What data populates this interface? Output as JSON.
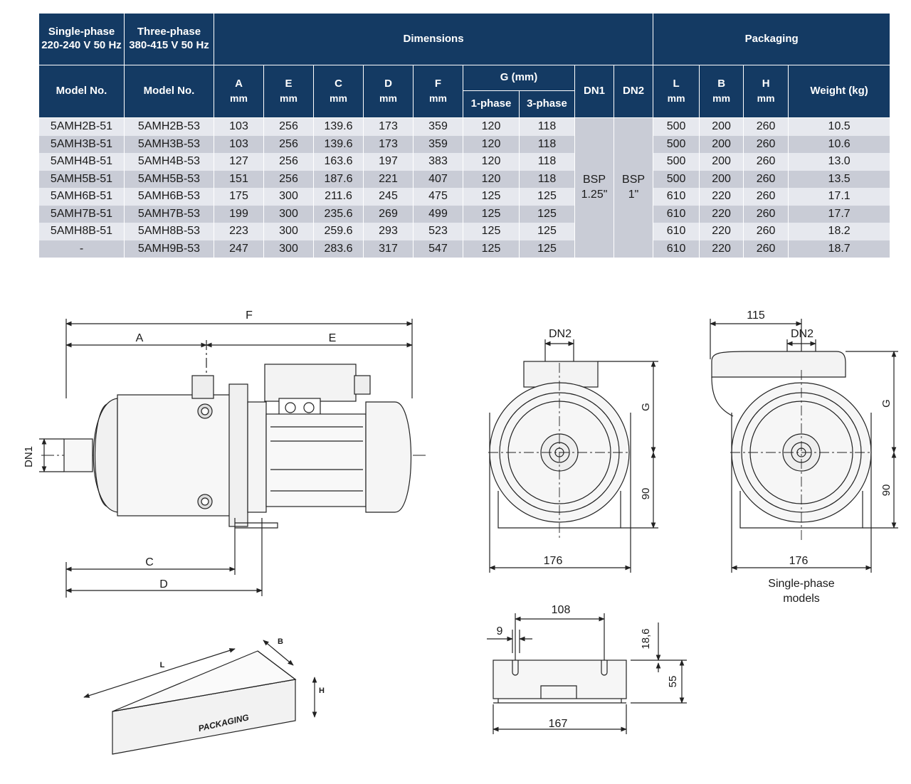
{
  "table": {
    "top_headers": {
      "single_phase": [
        "Single-phase",
        "220-240 V 50 Hz"
      ],
      "three_phase": [
        "Three-phase",
        "380-415 V 50 Hz"
      ],
      "dimensions": "Dimensions",
      "packaging": "Packaging"
    },
    "sub_headers": {
      "model1": "Model No.",
      "model3": "Model No.",
      "A": "A",
      "E": "E",
      "C": "C",
      "D": "D",
      "F": "F",
      "unit": "mm",
      "G": "G (mm)",
      "G1": "1-phase",
      "G3": "3-phase",
      "DN1": "DN1",
      "DN2": "DN2",
      "L": "L",
      "B": "B",
      "H": "H",
      "weight": "Weight (kg)"
    },
    "rows": [
      [
        "5AMH2B-51",
        "5AMH2B-53",
        "103",
        "256",
        "139.6",
        "173",
        "359",
        "120",
        "118",
        "500",
        "200",
        "260",
        "10.5"
      ],
      [
        "5AMH3B-51",
        "5AMH3B-53",
        "103",
        "256",
        "139.6",
        "173",
        "359",
        "120",
        "118",
        "500",
        "200",
        "260",
        "10.6"
      ],
      [
        "5AMH4B-51",
        "5AMH4B-53",
        "127",
        "256",
        "163.6",
        "197",
        "383",
        "120",
        "118",
        "500",
        "200",
        "260",
        "13.0"
      ],
      [
        "5AMH5B-51",
        "5AMH5B-53",
        "151",
        "256",
        "187.6",
        "221",
        "407",
        "120",
        "118",
        "500",
        "200",
        "260",
        "13.5"
      ],
      [
        "5AMH6B-51",
        "5AMH6B-53",
        "175",
        "300",
        "211.6",
        "245",
        "475",
        "125",
        "125",
        "610",
        "220",
        "260",
        "17.1"
      ],
      [
        "5AMH7B-51",
        "5AMH7B-53",
        "199",
        "300",
        "235.6",
        "269",
        "499",
        "125",
        "125",
        "610",
        "220",
        "260",
        "17.7"
      ],
      [
        "5AMH8B-51",
        "5AMH8B-53",
        "223",
        "300",
        "259.6",
        "293",
        "523",
        "125",
        "125",
        "610",
        "220",
        "260",
        "18.2"
      ],
      [
        "-",
        "5AMH9B-53",
        "247",
        "300",
        "283.6",
        "317",
        "547",
        "125",
        "125",
        "610",
        "220",
        "260",
        "18.7"
      ]
    ],
    "dn1_value": [
      "BSP",
      "1.25\""
    ],
    "dn2_value": [
      "BSP",
      "1\""
    ]
  },
  "drawings": {
    "side": {
      "F": "F",
      "A": "A",
      "E": "E",
      "DN1": "DN1",
      "C": "C",
      "D": "D"
    },
    "front": {
      "DN2": "DN2",
      "G": "G",
      "h90": "90",
      "w176": "176"
    },
    "single": {
      "w115": "115",
      "DN2": "DN2",
      "G": "G",
      "h90": "90",
      "w176": "176",
      "caption": [
        "Single-phase",
        "models"
      ]
    },
    "base": {
      "w108": "108",
      "w9": "9",
      "h186": "18,6",
      "h55": "55",
      "w167": "167"
    },
    "box": {
      "L": "L",
      "B": "B",
      "H": "H",
      "label": "PACKAGING"
    }
  }
}
